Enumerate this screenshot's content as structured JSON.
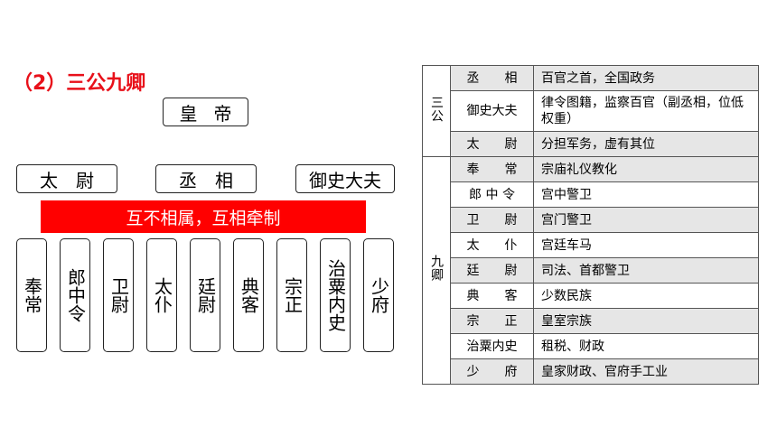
{
  "title": "（2）三公九卿",
  "emperor": "皇帝",
  "sangong": [
    "太尉",
    "丞相",
    "御史大夫"
  ],
  "banner": "互不相属，互相牵制",
  "jiuqing": [
    "奉常",
    "郎中令",
    "卫尉",
    "太仆",
    "廷尉",
    "典客",
    "宗正",
    "治粟内史",
    "少府"
  ],
  "table": {
    "groups": {
      "sangong": "三公",
      "jiuqing": "九卿"
    },
    "rows": [
      {
        "name": "丞　　相",
        "desc": "百官之首，全国政务"
      },
      {
        "name": "御史大夫",
        "desc": "律令图籍，监察百官（副丞相，位低权重）"
      },
      {
        "name": "太　　尉",
        "desc": "分担军务，虚有其位"
      },
      {
        "name": "奉　　常",
        "desc": "宗庙礼仪教化"
      },
      {
        "name": "郎 中 令",
        "desc": "宫中警卫"
      },
      {
        "name": "卫　　尉",
        "desc": "宫门警卫"
      },
      {
        "name": "太　　仆",
        "desc": "宫廷车马"
      },
      {
        "name": "廷　　尉",
        "desc": "司法、首都警卫"
      },
      {
        "name": "典　　客",
        "desc": "少数民族"
      },
      {
        "name": "宗　　正",
        "desc": "皇室宗族"
      },
      {
        "name": "治粟内史",
        "desc": "租税、财政"
      },
      {
        "name": "少　　府",
        "desc": "皇家财政、官府手工业"
      }
    ]
  }
}
